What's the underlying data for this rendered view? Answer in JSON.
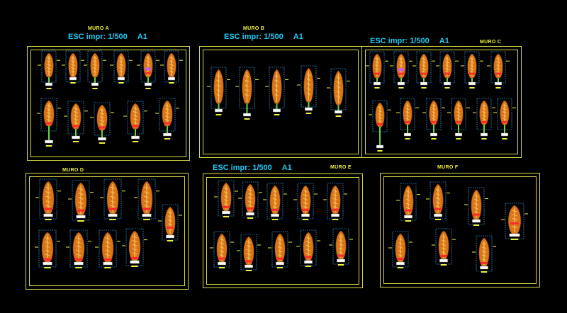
{
  "background": "#000000",
  "colors": {
    "frame": "#d8d84a",
    "title": "#21c8f2",
    "label": "#f2f23c",
    "wall_fill": "#d9761a",
    "wall_hatch": "#f7c25a",
    "rebar": "#ff2a2a",
    "footing": "#ffffff",
    "dimension": "#3ab0ff",
    "steel": "#6ad24a",
    "section": "#c85cff"
  },
  "sheets": [
    {
      "id": "a",
      "label": "MURO A",
      "scale": "ESC impr: 1/500",
      "size": "A1"
    },
    {
      "id": "b",
      "label": "MURO B",
      "scale": "ESC impr: 1/500",
      "size": "A1"
    },
    {
      "id": "c",
      "label": "MURO C",
      "scale": "ESC impr: 1/500",
      "size": "A1"
    },
    {
      "id": "d",
      "label": "MURO D",
      "scale": "",
      "size": ""
    },
    {
      "id": "e",
      "label": "MURO E",
      "scale": "ESC impr: 1/500",
      "size": "A1"
    },
    {
      "id": "f",
      "label": "MURO F",
      "scale": "",
      "size": ""
    }
  ]
}
